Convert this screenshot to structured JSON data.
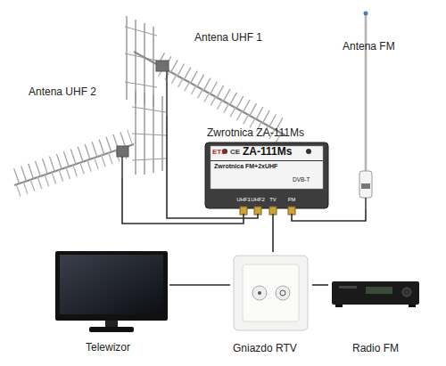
{
  "diagram": {
    "nodes": [
      {
        "text": [
          "Antena UHF 1"
        ]
      },
      {
        "text": [
          "Antena UHF 2"
        ]
      },
      {
        "text": [
          "Zwrotnica ZA-111Ms",
          "ETS",
          "CE",
          "ZA-111Ms",
          "Zwrotnica FM+2xUHF",
          "DVB-T",
          "UHF1",
          "UHF2",
          "TV",
          "FM"
        ]
      },
      {
        "text": [
          "Antena FM"
        ]
      },
      {
        "text": [
          "Telewizor"
        ]
      },
      {
        "text": [
          "Gniazdo RTV"
        ]
      },
      {
        "text": [
          "Radio FM"
        ]
      }
    ],
    "edges": [
      {
        "from": 0,
        "to": 2,
        "arrow": "none"
      },
      {
        "from": 1,
        "to": 2,
        "arrow": "none"
      },
      {
        "from": 3,
        "to": 2,
        "arrow": "none"
      },
      {
        "from": 2,
        "to": 5,
        "arrow": "none"
      },
      {
        "from": 5,
        "to": 4,
        "arrow": "none"
      },
      {
        "from": 5,
        "to": 6,
        "arrow": "none"
      }
    ]
  }
}
